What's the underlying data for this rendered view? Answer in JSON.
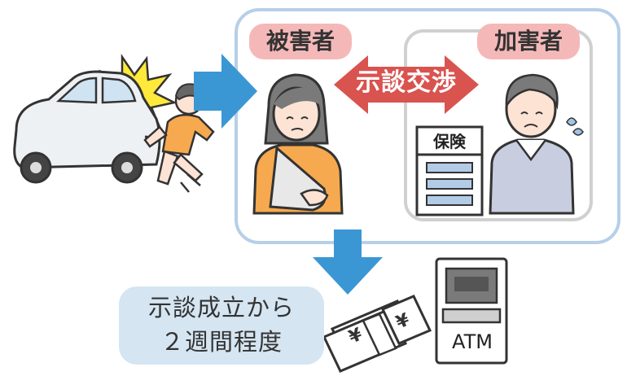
{
  "labels": {
    "victim": "被害者",
    "perpetrator": "加害者",
    "negotiation": "示談交渉",
    "insurance": "保険",
    "timing_line1": "示談成立から",
    "timing_line2": "２週間程度",
    "atm": "ATM"
  },
  "money_symbols": [
    "¥",
    "¥"
  ],
  "colors": {
    "arrow_blue": "#3a97d4",
    "negotiation_red": "#d9534f",
    "pill_pink": "#f5b8b8",
    "frame_blue": "#b7cfe8",
    "timing_box": "#d5e5f2",
    "sling_orange": "#f6a94f",
    "sweater_blue": "#c9cde0",
    "crash_yellow": "#ffe93a"
  },
  "icons": [
    "car-icon",
    "crash-burst-icon",
    "pedestrian-icon",
    "victim-person-icon",
    "perpetrator-person-icon",
    "insurance-building-icon",
    "cash-bundle-icon",
    "atm-icon",
    "down-arrow-icon",
    "right-arrow-icon"
  ]
}
